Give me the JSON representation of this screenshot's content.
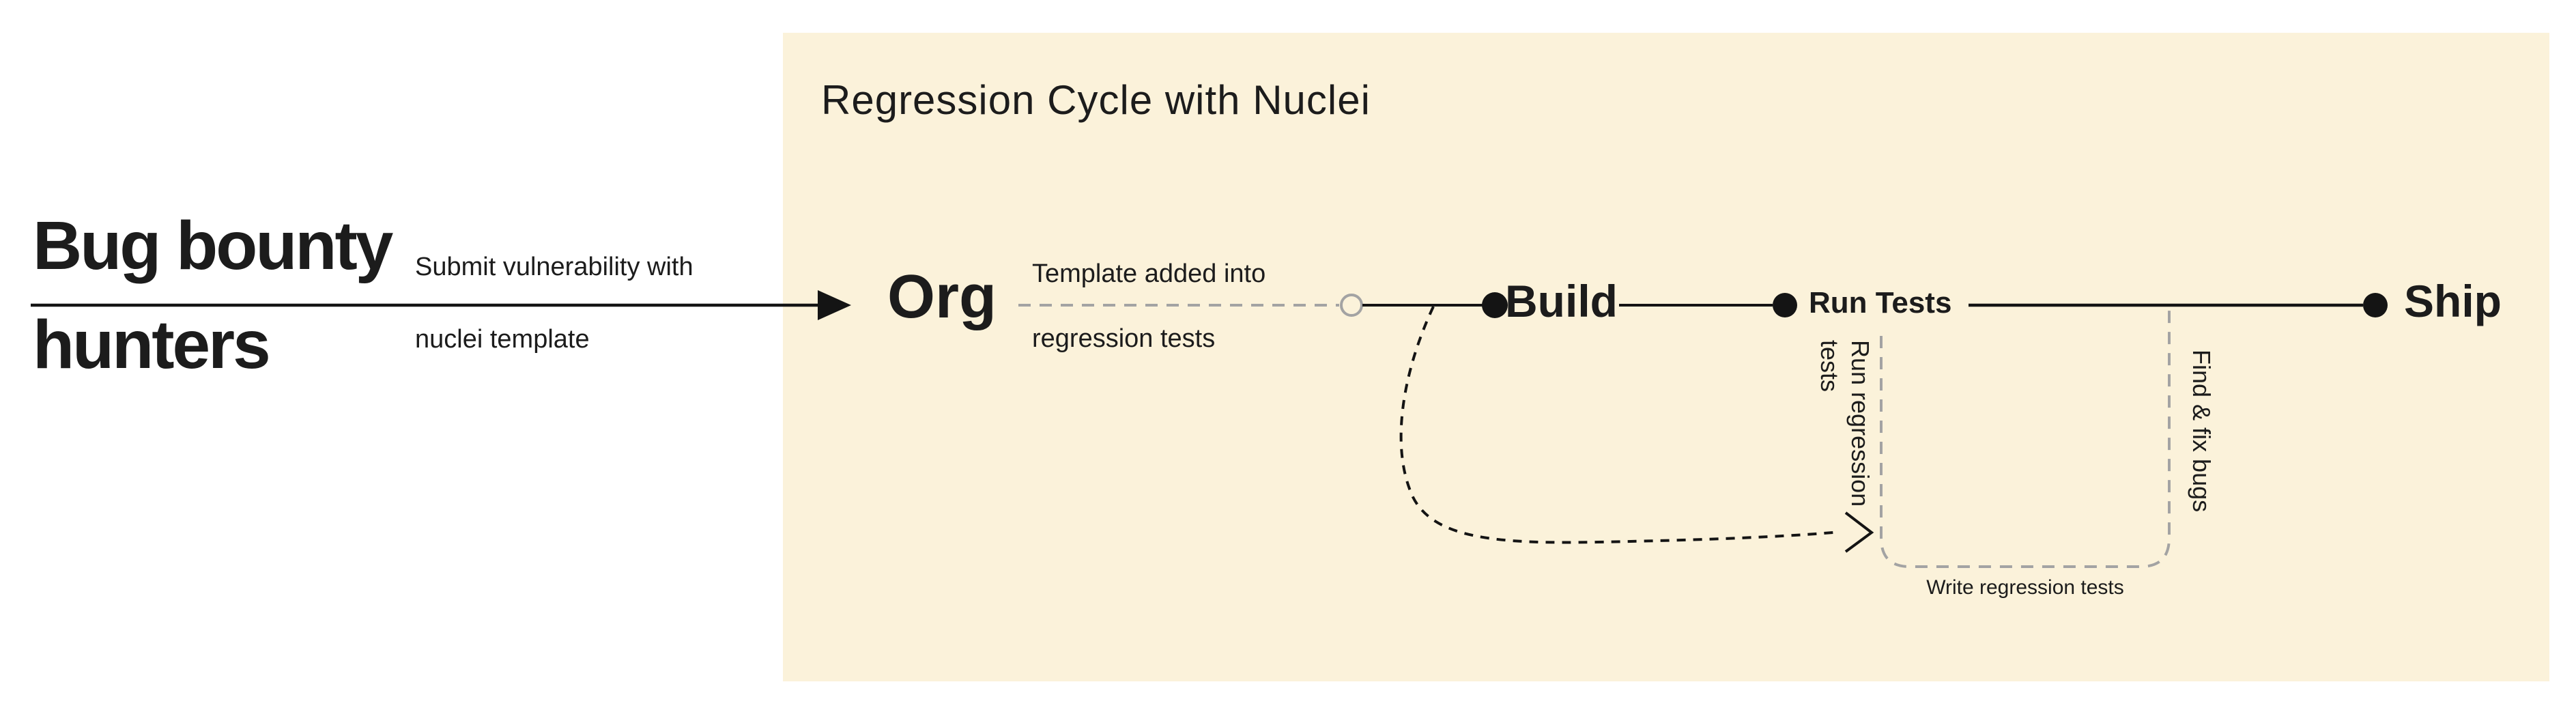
{
  "colors": {
    "page_bg": "#ffffff",
    "panel_bg": "#FBF2DA",
    "ink": "#1c1c1c",
    "line": "#141414",
    "muted_line": "#A3A3A3"
  },
  "actor": {
    "line1": "Bug bounty",
    "line2": "hunters"
  },
  "submit_arrow": {
    "label_line1": "Submit vulnerability with",
    "label_line2": "nuclei template"
  },
  "panel": {
    "title": "Regression Cycle with Nuclei"
  },
  "nodes": {
    "org": "Org",
    "build": "Build",
    "run_tests": "Run Tests",
    "ship": "Ship"
  },
  "annotations": {
    "template_line1": "Template added into",
    "template_line2": "regression tests",
    "run_regression_line1": "Run regression",
    "run_regression_line2": "tests",
    "find_fix": "Find & fix bugs",
    "write_regression": "Write regression tests"
  }
}
